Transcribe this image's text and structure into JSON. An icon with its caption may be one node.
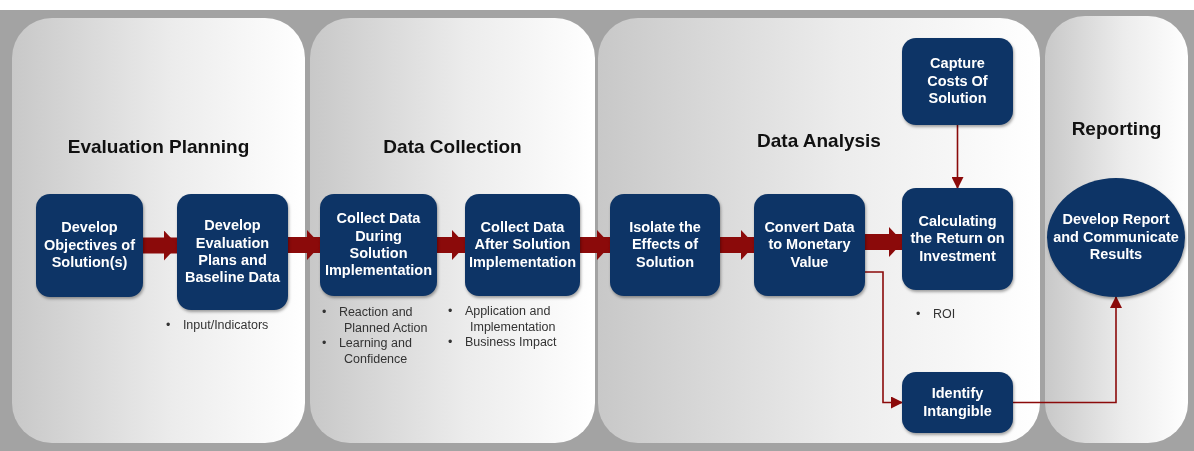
{
  "diagram": {
    "nodes": [
      {
        "text": [
          "Evaluation Planning"
        ]
      },
      {
        "text": [
          "Develop Objectives of Solution(s)"
        ],
        "in": 0
      },
      {
        "text": [
          "Develop Evaluation Plans and Baseline Data"
        ],
        "in": 0,
        "beside": [
          "• Input/Indicators"
        ]
      },
      {
        "text": [
          "Data Collection"
        ]
      },
      {
        "text": [
          "Collect Data During Solution Implementation"
        ],
        "in": 3,
        "beside": [
          "• Reaction and Planned Action",
          "• Learning and Confidence"
        ]
      },
      {
        "text": [
          "Collect Data After Solution Implementation"
        ],
        "in": 3,
        "beside": [
          "• Application and Implementation",
          "• Business Impact"
        ]
      },
      {
        "text": [
          "Data Analysis"
        ]
      },
      {
        "text": [
          "Isolate the Effects of Solution"
        ],
        "in": 6
      },
      {
        "text": [
          "Convert Data to Monetary Value"
        ],
        "in": 6
      },
      {
        "text": [
          "Capture Costs Of Solution"
        ],
        "in": 6
      },
      {
        "text": [
          "Calculating the Return on Investment"
        ],
        "in": 6,
        "beside": [
          "• ROI"
        ]
      },
      {
        "text": [
          "Identify Intangible"
        ],
        "in": 6
      },
      {
        "text": [
          "Reporting"
        ]
      },
      {
        "text": [
          "Develop Report and Communicate Results"
        ],
        "in": 12
      }
    ],
    "edges": [
      {
        "from": 1,
        "to": 2,
        "arrow": "to"
      },
      {
        "from": 2,
        "to": 4,
        "arrow": "to"
      },
      {
        "from": 4,
        "to": 5,
        "arrow": "to"
      },
      {
        "from": 5,
        "to": 7,
        "arrow": "to"
      },
      {
        "from": 7,
        "to": 8,
        "arrow": "to"
      },
      {
        "from": 8,
        "to": 10,
        "arrow": "to"
      },
      {
        "from": 9,
        "to": 10,
        "arrow": "to"
      },
      {
        "from": 8,
        "to": 11,
        "arrow": "to"
      },
      {
        "from": 11,
        "to": 13,
        "arrow": "to"
      }
    ]
  }
}
